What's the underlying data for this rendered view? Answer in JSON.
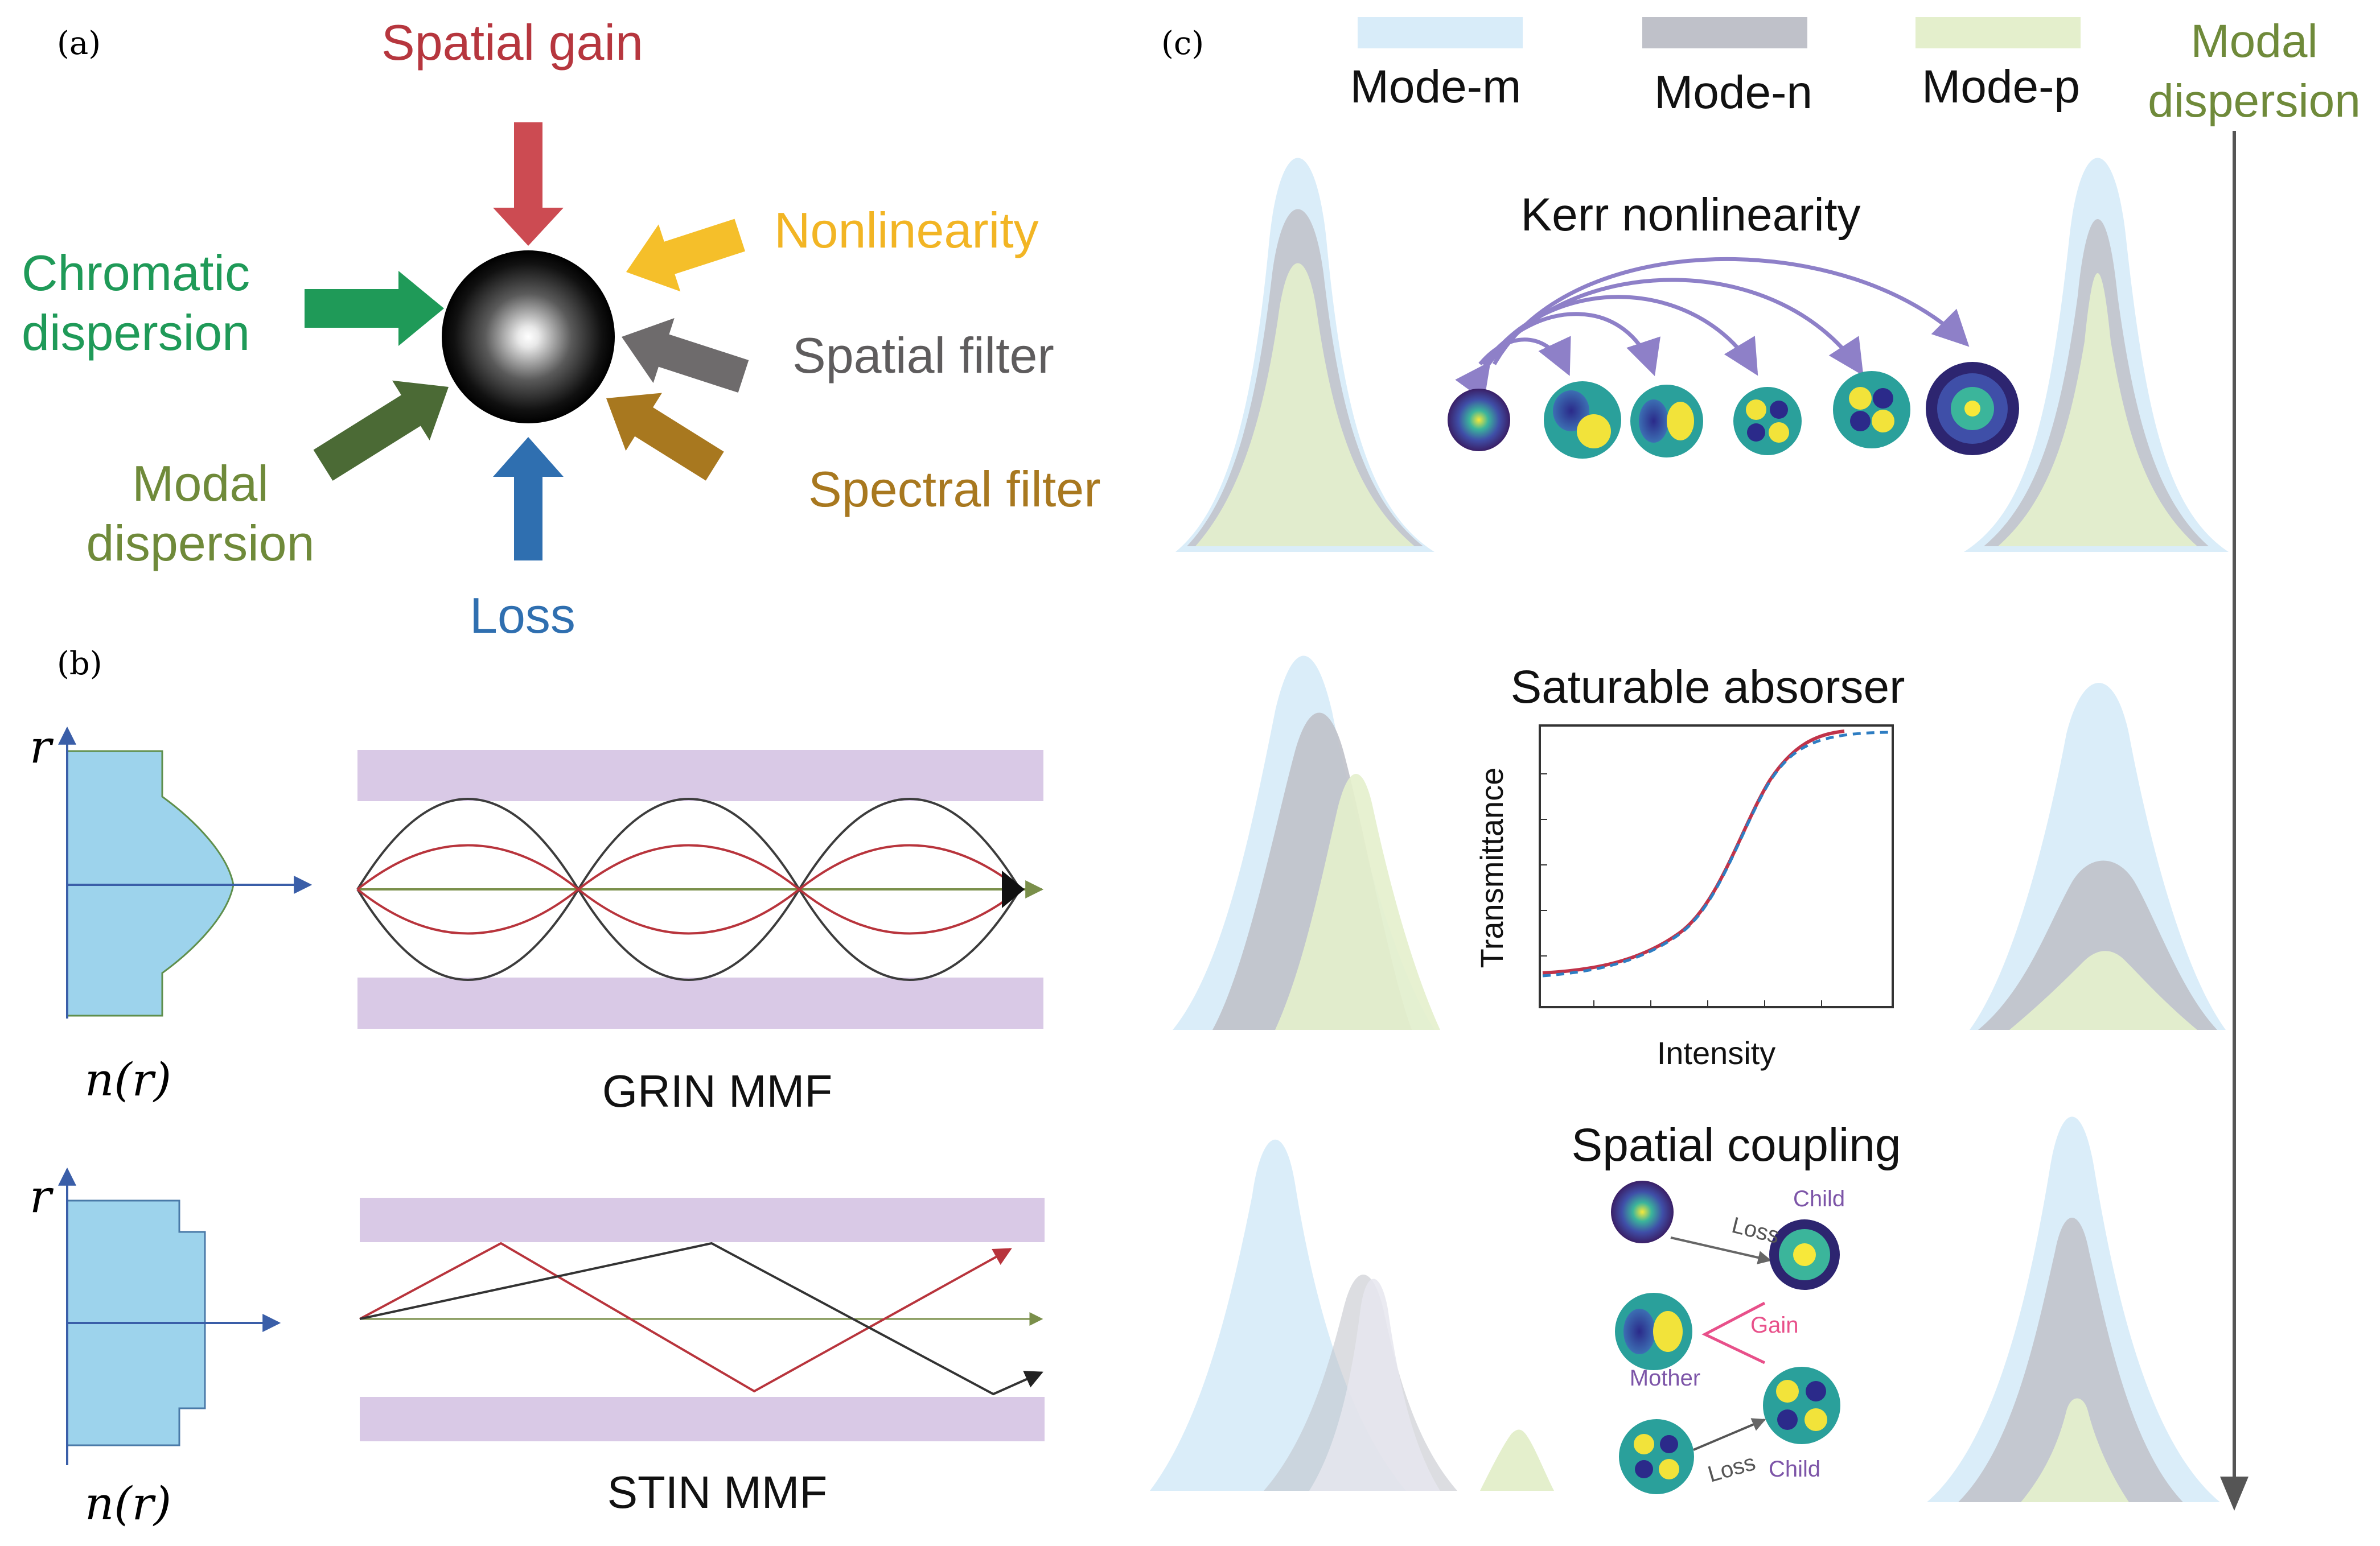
{
  "panel_a": {
    "label": "(a)",
    "inputs": {
      "spatial_gain": "Spatial gain",
      "nonlinearity": "Nonlinearity",
      "spatial_filter": "Spatial filter",
      "spectral_filter": "Spectral filter",
      "loss": "Loss",
      "modal_dispersion_1": "Modal",
      "modal_dispersion_2": "dispersion",
      "chromatic_dispersion_1": "Chromatic",
      "chromatic_dispersion_2": "dispersion"
    },
    "colors": {
      "spatial_gain": "#cc4b52",
      "nonlinearity": "#f5bf2a",
      "spatial_filter": "#6e6b6c",
      "spectral_filter": "#a8781f",
      "loss": "#2f6fb0",
      "modal_dispersion": "#4b6a35",
      "chromatic_dispersion": "#1f9a58"
    }
  },
  "panel_b": {
    "label": "(b)",
    "grin": {
      "axis_label": "r",
      "profile_label": "n(r)",
      "title": "GRIN MMF"
    },
    "stin": {
      "axis_label": "r",
      "profile_label": "n(r)",
      "title": "STIN MMF"
    },
    "colors": {
      "core_fill": "#9dd3ec",
      "cladding": "#d9c9e6",
      "ray_dark": "#3c3c3c",
      "ray_red": "#b8343c",
      "axis_green": "#7a8f4a",
      "axis_blue": "#3a5ea8"
    }
  },
  "panel_c": {
    "label": "(c)",
    "legend": {
      "mode_m": "Mode-m",
      "mode_n": "Mode-n",
      "mode_p": "Mode-p"
    },
    "modal_dispersion_1": "Modal",
    "modal_dispersion_2": "dispersion",
    "kerr": {
      "title": "Kerr nonlinearity"
    },
    "saturable": {
      "title": "Saturable absorser",
      "ylabel": "Transmittance",
      "xlabel": "Intensity"
    },
    "coupling": {
      "title": "Spatial coupling",
      "child_top": "Child",
      "loss_top": "Loss",
      "gain": "Gain",
      "mother": "Mother",
      "loss_bottom": "Loss",
      "child_bottom": "Child"
    },
    "colors": {
      "mode_m": "#d8ecf9",
      "mode_n": "#bfc1c9",
      "mode_p": "#e4efcc",
      "kerr_arrow": "#8e80c8",
      "modal_text": "#6f8a3a",
      "curve_red": "#c0334a",
      "curve_blue": "#2e7dc2"
    }
  }
}
